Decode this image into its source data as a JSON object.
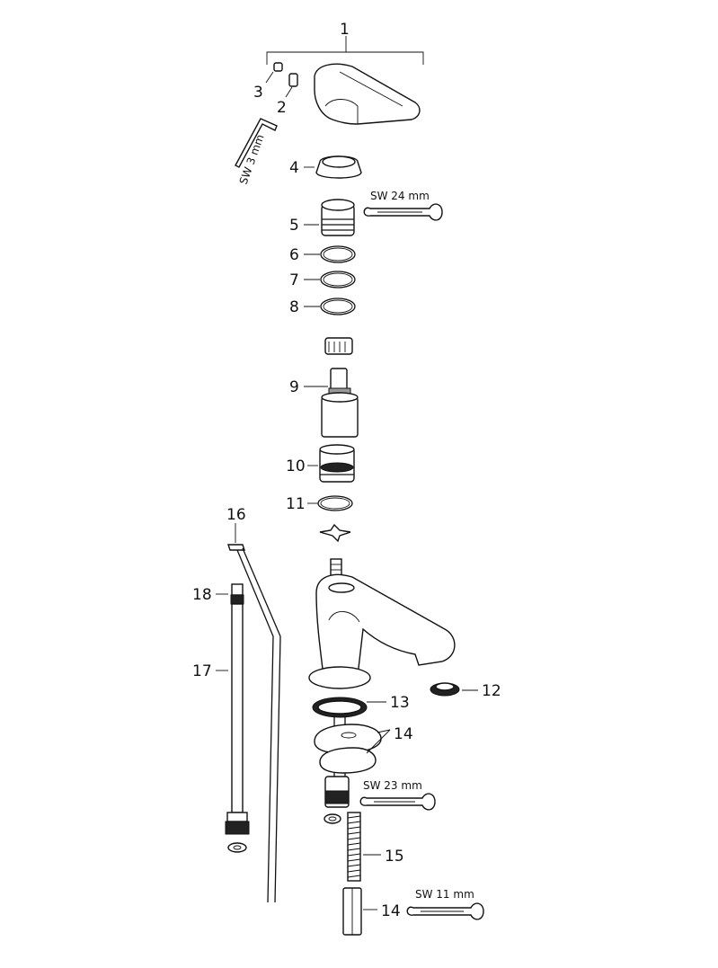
{
  "callouts": {
    "c1": "1",
    "c2": "2",
    "c3": "3",
    "c4": "4",
    "c5": "5",
    "c6": "6",
    "c7": "7",
    "c8": "8",
    "c9": "9",
    "c10": "10",
    "c11": "11",
    "c12": "12",
    "c13": "13",
    "c14a": "14",
    "c14b": "14",
    "c15": "15",
    "c16": "16",
    "c17": "17",
    "c18": "18"
  },
  "tool_labels": {
    "allen_key": "SW 3 mm",
    "wrench_24": "SW 24 mm",
    "wrench_23": "SW 23 mm",
    "wrench_11": "SW 11 mm"
  }
}
